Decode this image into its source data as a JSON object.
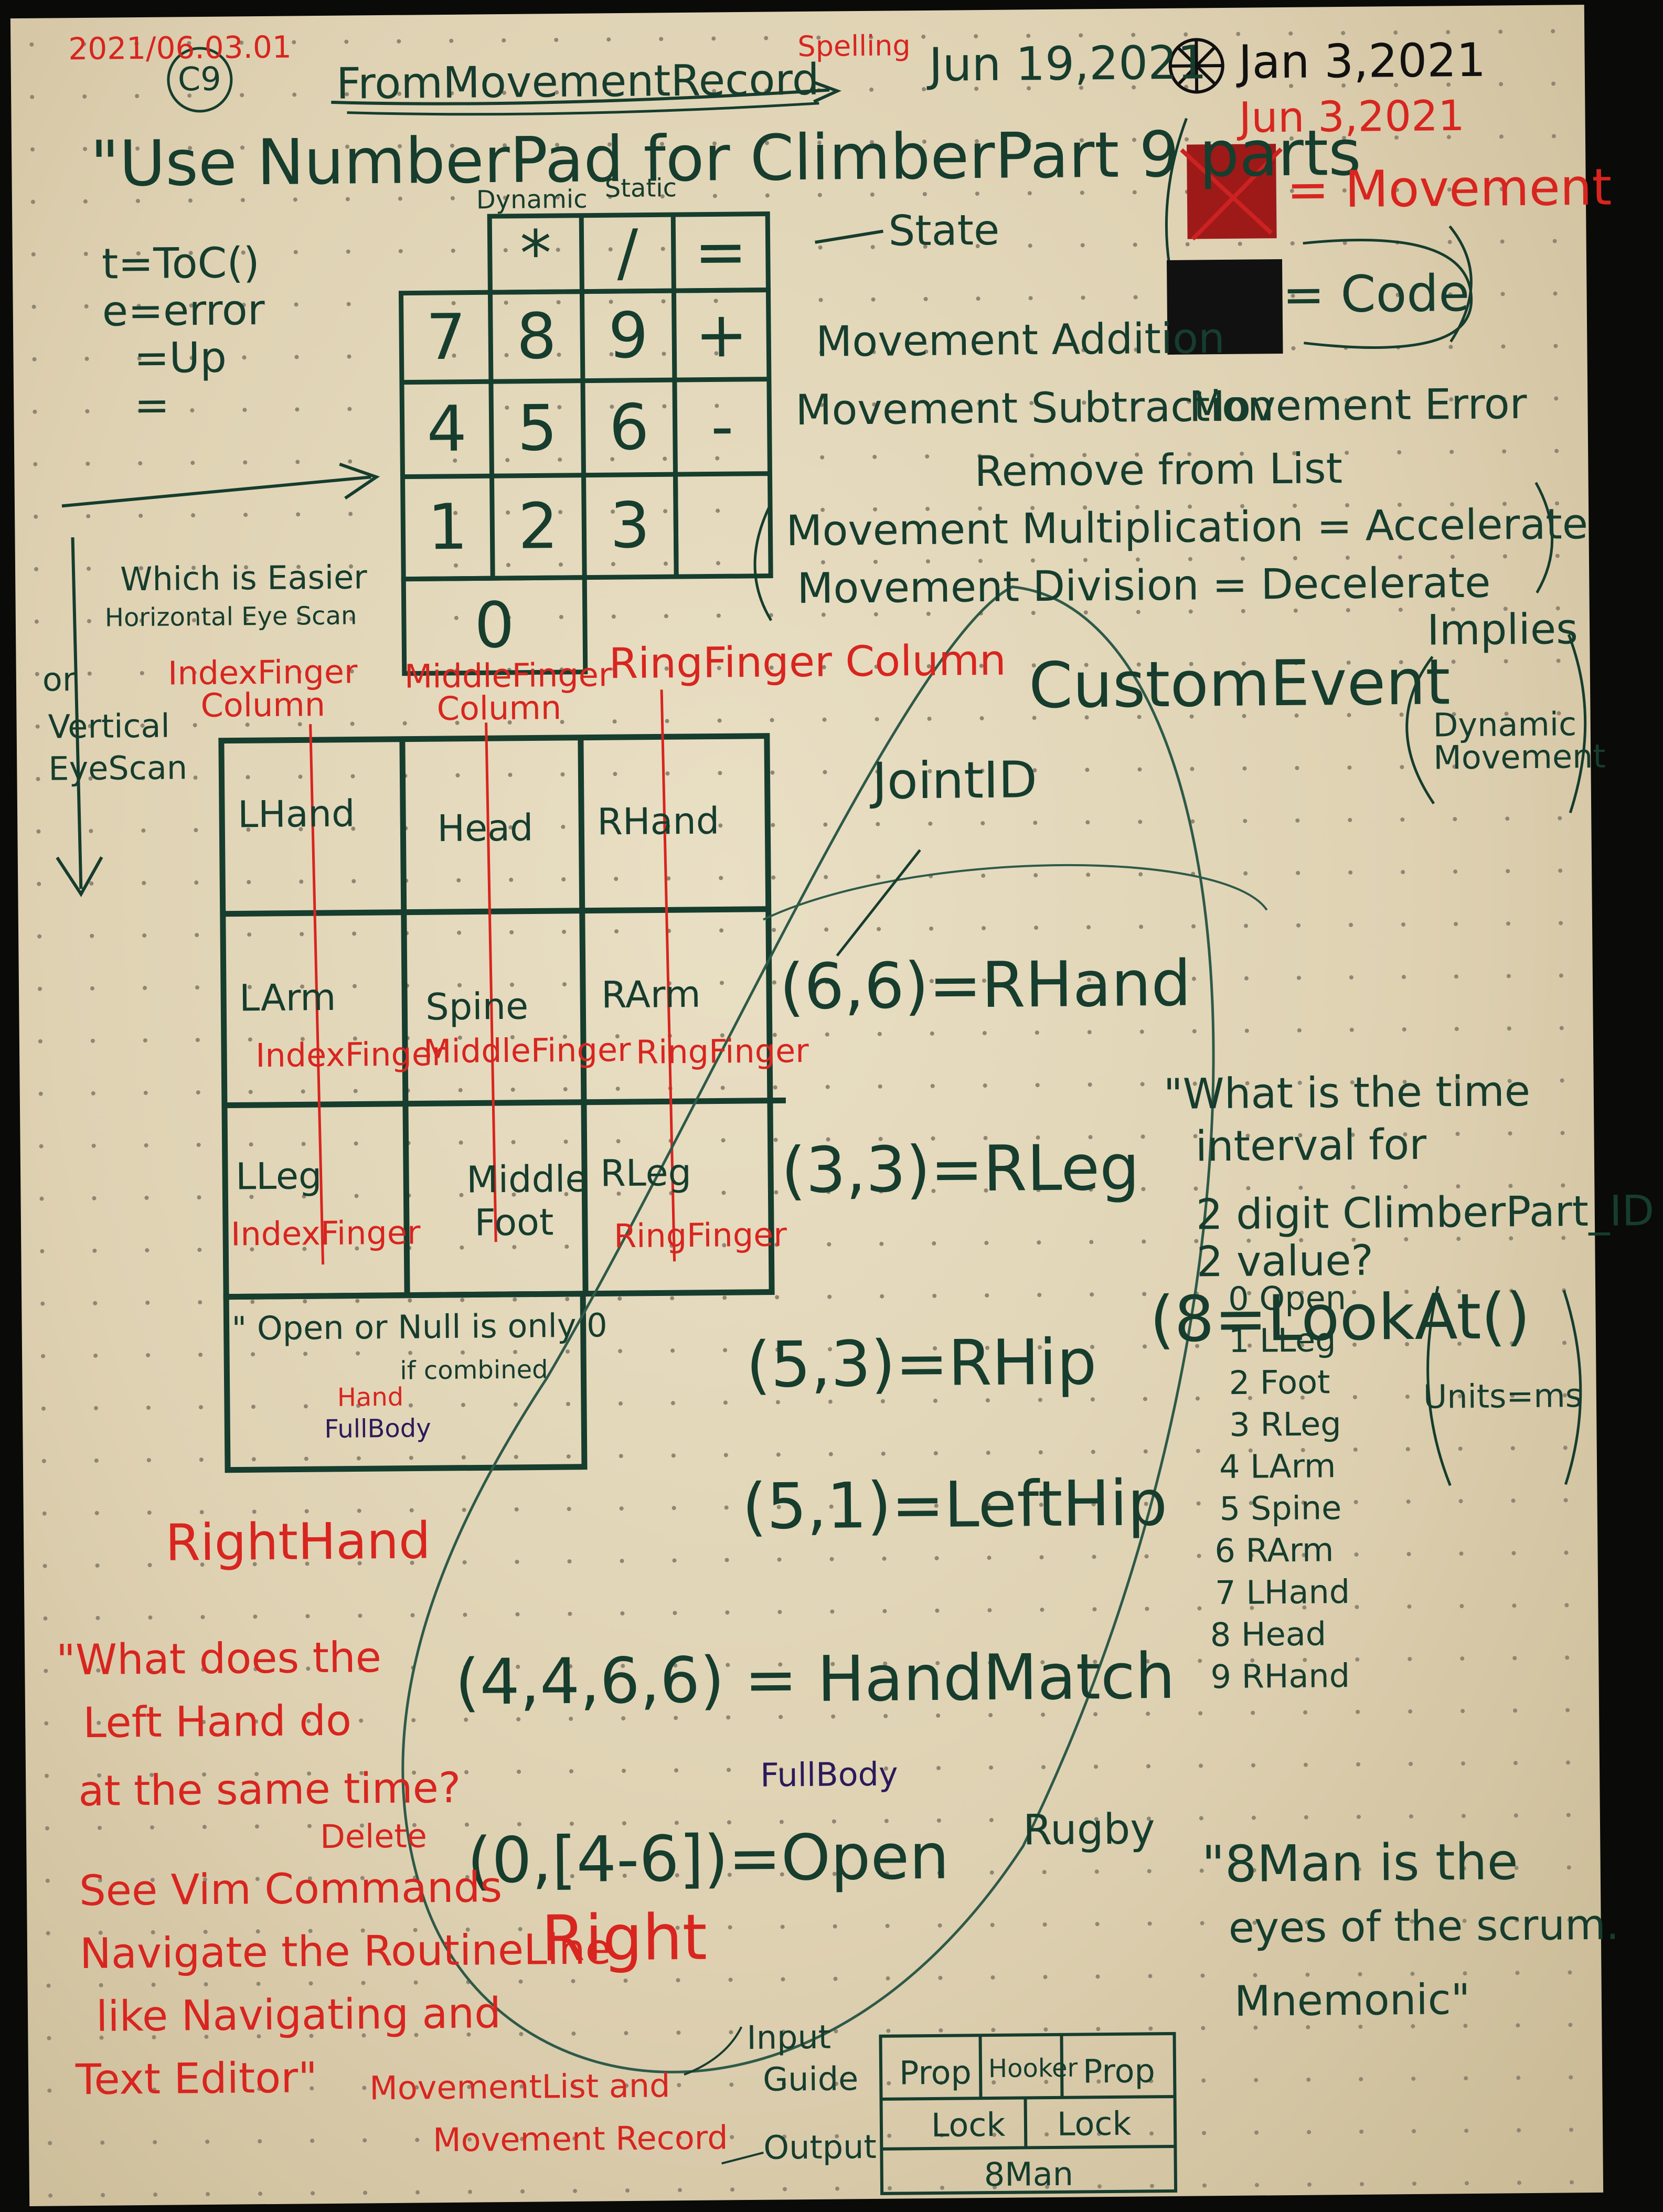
{
  "date_stamp": "2021/06.03.01",
  "page_number": "C9",
  "header": {
    "title": "FromMovementRecord",
    "spelling_note": "Spelling",
    "date_green": "Jun 19,2021",
    "date_black": "Jan 3,2021",
    "date_red": "Jun 3,2021",
    "quote": "\"Use NumberPad for ClimberPart 9 parts"
  },
  "legend": {
    "red_label": "= Movement",
    "black_label": "= Code"
  },
  "left_notes": {
    "line1": "t=ToC()",
    "line2": "e=error",
    "line3": "=Up",
    "line4": "="
  },
  "numpad": {
    "labels_top": [
      "Dynamic",
      "Static"
    ],
    "keys": [
      "*",
      "/",
      "=",
      "7",
      "8",
      "9",
      "+",
      "4",
      "5",
      "6",
      "-",
      "1",
      "2",
      "3",
      "0"
    ],
    "state_label": "State"
  },
  "ops": {
    "add": "Movement Addition",
    "sub": "Movement Subtraction",
    "error": "Movement Error",
    "remove": "Remove from List",
    "mul": "Movement Multiplication = Accelerate",
    "div": "Movement Division = Decelerate"
  },
  "eye_scan": {
    "q1": "Which is Easier",
    "q2": "Horizontal Eye Scan",
    "q3": "or",
    "q4": "Vertical",
    "q5": "EyeScan"
  },
  "columns": [
    "IndexFinger Column",
    "MiddleFinger Column",
    "RingFinger Column"
  ],
  "grid": {
    "r1": [
      "LHand",
      "Head",
      "RHand"
    ],
    "r2": [
      "LArm",
      "Spine",
      "RArm"
    ],
    "r3": [
      "LLeg",
      "Middle Foot",
      "RLeg"
    ],
    "finger_row2": [
      "IndexFinger",
      "MiddleFinger",
      "RingFinger"
    ],
    "finger_row3": [
      "IndexFinger",
      "RingFinger"
    ],
    "open_note": "\" Open or Null is only 0",
    "if_combined": "if combined",
    "hand_note": "Hand",
    "full_body": "FullBody"
  },
  "right_panel": {
    "custom_event": "CustomEvent",
    "implies": "Implies",
    "dynamic_movement": "Dynamic Movement",
    "joint_id": "JointID",
    "eq1": "(6,6)=RHand",
    "eq2": "(3,3)=RLeg",
    "eq3": "(5,3)=RHip",
    "eq4": "(5,1)=LeftHip",
    "eq5": "(4,4,6,6) = HandMatch",
    "eq6": "(0,[4-6])=Open",
    "full_body2": "FullBody"
  },
  "interval": {
    "q1": "\"What is the time",
    "q2": "interval for",
    "q3": "2 digit ClimberPart_ID",
    "q4": "2 value?",
    "units": "Units=ms",
    "list": [
      "0 Open",
      "1 LLeg",
      "2 Foot",
      "3 RLeg",
      "4 LArm",
      "5 Spine",
      "6 RArm",
      "7 LHand",
      "8 Head",
      "9 RHand"
    ]
  },
  "bottom_red": {
    "right_hand": "RightHand",
    "q1": "\"What does the",
    "q2": "Left Hand do",
    "q3": "at the same time?",
    "delete": "Delete",
    "l1": "See Vim Commands",
    "l2": "Navigate the RoutineLine",
    "right": "Right",
    "l3": "like Navigating and",
    "l4": "Text Editor\"",
    "l5": "MovementList and",
    "l6": "Movement Record"
  },
  "io": {
    "input": "Input",
    "guide": "Guide",
    "output": "Output"
  },
  "rugby": {
    "look_at": "(8=LookAt()",
    "label": "Rugby",
    "quote1": "\"8Man is the",
    "quote2": "eyes of the scrum.",
    "quote3": "Mnemonic\"",
    "scrum": [
      "Prop",
      "Hooker",
      "Prop",
      "Lock",
      "Lock",
      "8Man"
    ]
  },
  "colors": {
    "green_ink": "#163d2e",
    "red_ink": "#d8251f",
    "purple_ink": "#2b1a5a",
    "paper": "#e4d8bb"
  }
}
